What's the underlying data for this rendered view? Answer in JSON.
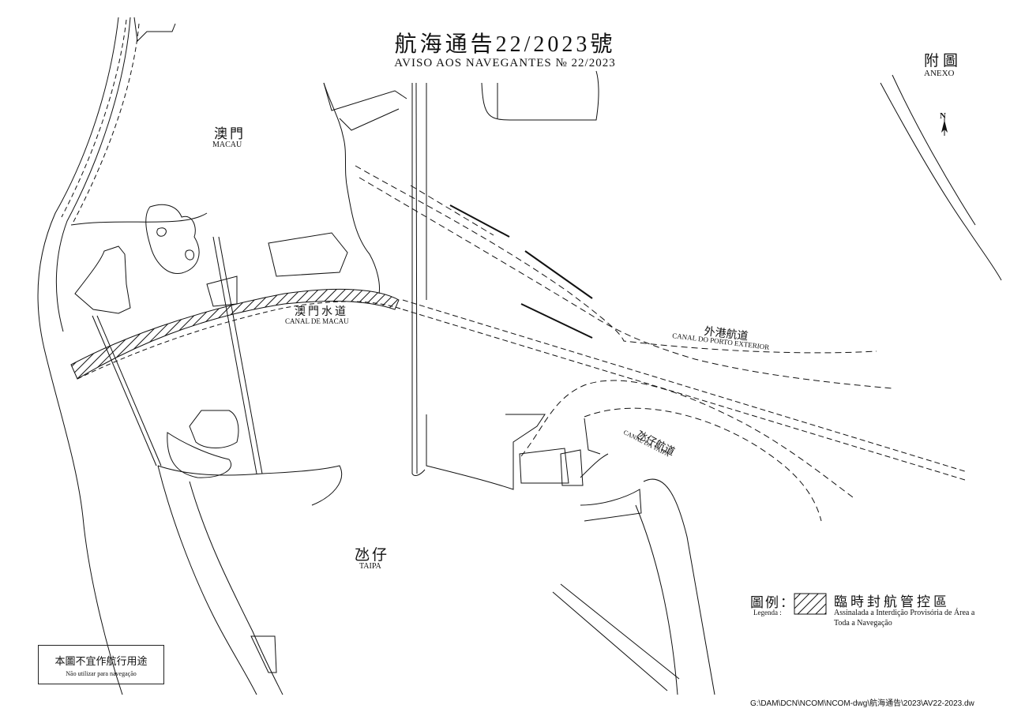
{
  "title": {
    "chinese": "航海通告22/2023號",
    "portuguese": "AVISO AOS NAVEGANTES № 22/2023"
  },
  "annex": {
    "chinese": "附圖",
    "portuguese": "ANEXO"
  },
  "north_arrow": {
    "label": "N",
    "icon": "north-arrow-icon"
  },
  "places": {
    "macau": {
      "chinese": "澳門",
      "portuguese": "MACAU"
    },
    "taipa": {
      "chinese": "氹仔",
      "portuguese": "TAIPA"
    }
  },
  "channels": {
    "canal_de_macau": {
      "chinese": "澳門水道",
      "portuguese": "CANAL DE MACAU"
    },
    "canal_do_porto_exterior": {
      "chinese": "外港航道",
      "portuguese": "CANAL DO PORTO EXTERIOR"
    },
    "canal_da_taipa": {
      "chinese": "氹仔航道",
      "portuguese": "CANAL DA TAIPA"
    }
  },
  "legend": {
    "label_chinese": "圖例：",
    "label_portuguese": "Legenda :",
    "item_chinese": "臨時封航管控區",
    "item_portuguese_line1": "Assinalada a Interdição Provisória de Área a",
    "item_portuguese_line2": "Toda a Navegação",
    "hatch_color": "#111111"
  },
  "disclaimer": {
    "chinese": "本圖不宜作航行用途",
    "portuguese": "Não utilizar para navegação"
  },
  "file_path": "G:\\DAM\\DCN\\NCOM\\NCOM-dwg\\航海通告\\2023\\AV22-2023.dw"
}
